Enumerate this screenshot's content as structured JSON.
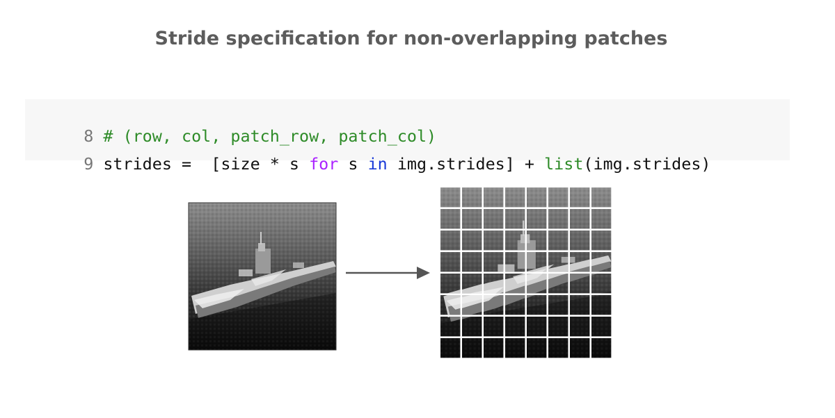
{
  "title": "Stride specification for non-overlapping patches",
  "code": {
    "lines": [
      {
        "number": "8",
        "tokens": [
          {
            "text": "# (row, col, patch_row, patch_col)",
            "style": "comment"
          }
        ]
      },
      {
        "number": "9",
        "tokens": [
          {
            "text": "strides =  [size * s ",
            "style": "default"
          },
          {
            "text": "for",
            "style": "keyword"
          },
          {
            "text": " s ",
            "style": "default"
          },
          {
            "text": "in",
            "style": "in"
          },
          {
            "text": " img.strides] + ",
            "style": "default"
          },
          {
            "text": "list",
            "style": "builtin"
          },
          {
            "text": "(img.strides)",
            "style": "default"
          }
        ]
      }
    ]
  },
  "illustration": {
    "source_image": "grayscale aircraft carrier photo",
    "arrow": "right-arrow",
    "patch_grid": {
      "rows": 8,
      "cols": 8
    }
  },
  "colors": {
    "title": "#5c5c5c",
    "code_background": "#f7f7f7",
    "comment": "#2e8b28",
    "keyword": "#aa22ff",
    "in_keyword": "#1a3ad8",
    "arrow": "#555555"
  }
}
